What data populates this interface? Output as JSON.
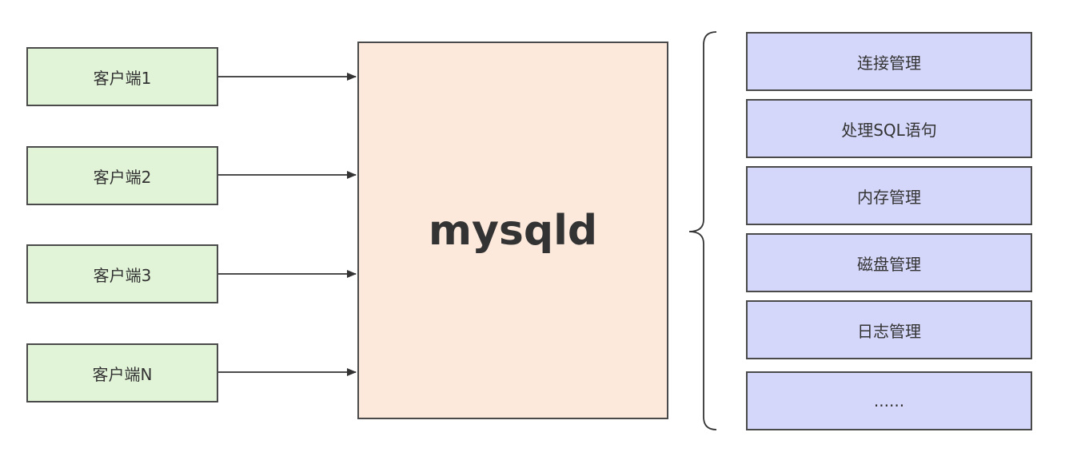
{
  "clients": [
    {
      "label": "客户端1"
    },
    {
      "label": "客户端2"
    },
    {
      "label": "客户端3"
    },
    {
      "label": "客户端N"
    }
  ],
  "server": {
    "label": "mysqld"
  },
  "functions": [
    {
      "label": "连接管理"
    },
    {
      "label": "处理SQL语句"
    },
    {
      "label": "内存管理"
    },
    {
      "label": "磁盘管理"
    },
    {
      "label": "日志管理"
    },
    {
      "label": "......"
    }
  ],
  "colors": {
    "client_fill": "#e2f4d8",
    "server_fill": "#fce9dc",
    "function_fill": "#d5d7fa",
    "stroke": "#4a4a4a"
  }
}
